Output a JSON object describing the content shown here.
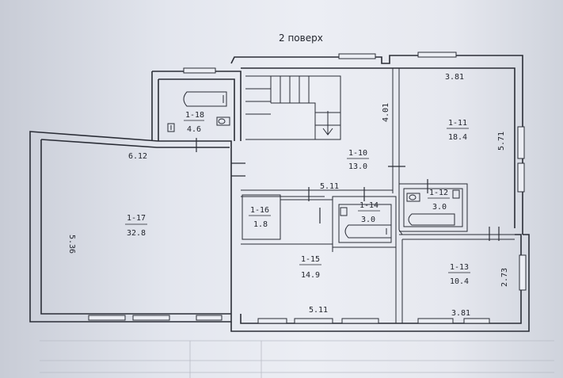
{
  "title": "2 поверх",
  "rooms": [
    {
      "id": "1-18",
      "area": "4.6"
    },
    {
      "id": "1-10",
      "area": "13.0"
    },
    {
      "id": "1-11",
      "area": "18.4"
    },
    {
      "id": "1-17",
      "area": "32.8"
    },
    {
      "id": "1-16",
      "area": "1.8"
    },
    {
      "id": "1-14",
      "area": "3.0"
    },
    {
      "id": "1-12",
      "area": "3.0"
    },
    {
      "id": "1-15",
      "area": "14.9"
    },
    {
      "id": "1-13",
      "area": "10.4"
    }
  ],
  "dimensions": {
    "top_right_width": "3.81",
    "room_17_width": "6.12",
    "corridor_width": "5.11",
    "room_17_height": "5.36",
    "room_10_height": "4.01",
    "room_11_height": "5.71",
    "room_13_height": "2.73",
    "bottom_width_15": "5.11",
    "bottom_width_13": "3.81"
  }
}
